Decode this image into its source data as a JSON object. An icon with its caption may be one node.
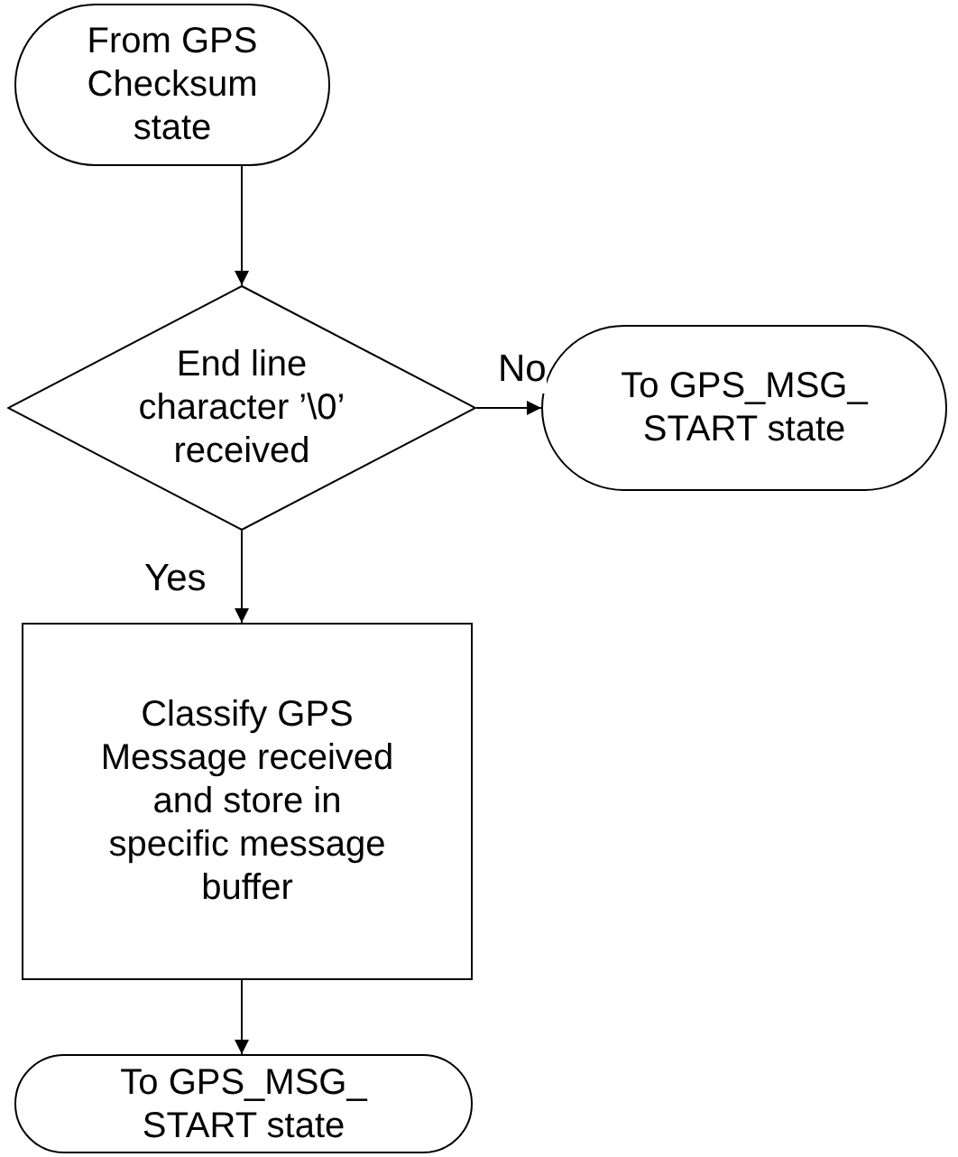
{
  "diagram": {
    "nodes": [
      {
        "text": [
          "From GPS Checksum state"
        ]
      },
      {
        "text": [
          "End line character ’\\0’ received"
        ]
      },
      {
        "text": [
          "To GPS_MSG_ START state"
        ]
      },
      {
        "text": [
          "Classify GPS Message received and store in specific message buffer"
        ]
      },
      {
        "text": [
          "To GPS_MSG_ START state"
        ]
      }
    ],
    "edges": [
      {
        "from": 0,
        "to": 1,
        "arrow": "to"
      },
      {
        "from": 1,
        "to": 2,
        "arrow": "to",
        "label": "No"
      },
      {
        "from": 1,
        "to": 3,
        "arrow": "to",
        "label": "Yes"
      },
      {
        "from": 3,
        "to": 4,
        "arrow": "to"
      }
    ]
  }
}
